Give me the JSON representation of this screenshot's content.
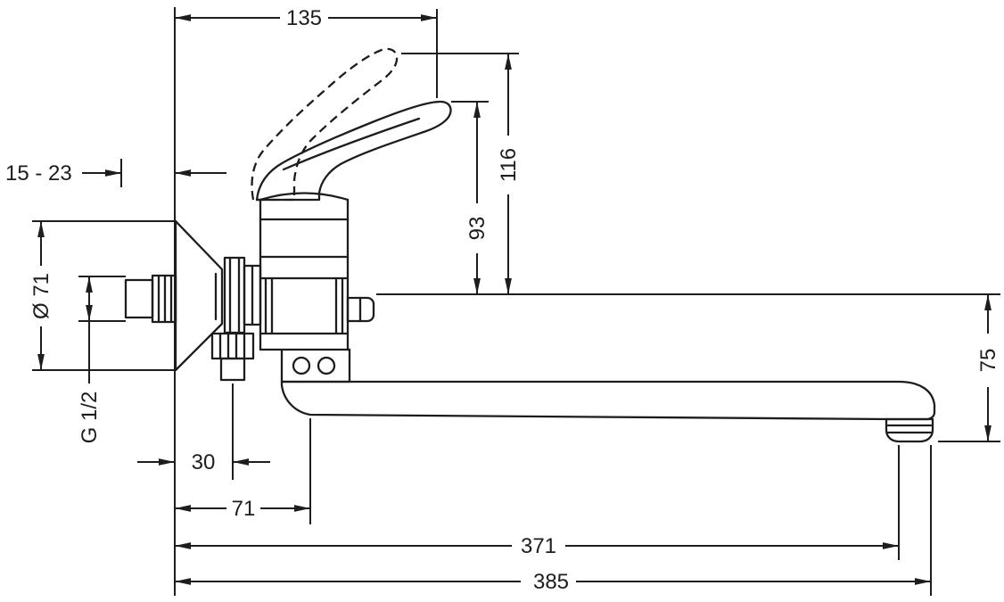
{
  "page": {
    "background": "#ffffff",
    "line_color": "#1d1d1b"
  },
  "drawing": {
    "type": "technical-dimension-drawing",
    "subject": "wall-mounted single-lever bath mixer with long swivel spout, side view",
    "dimensions": {
      "top_width": "135",
      "wall_thickness_range": "15 - 23",
      "escutcheon_diameter": "Ø 71",
      "connection_thread": "G 1/2",
      "handle_height": "93",
      "handle_height_raised": "116",
      "spout_drop": "75",
      "lower_outlet_offset": "30",
      "spout_hub_offset": "71",
      "outlet_reach": "371",
      "total_reach": "385"
    }
  }
}
